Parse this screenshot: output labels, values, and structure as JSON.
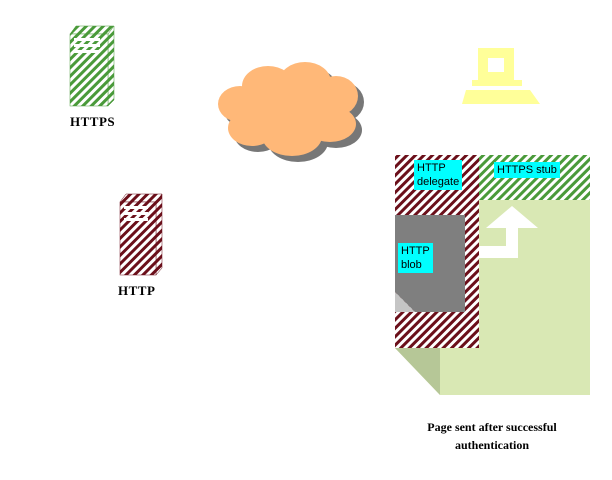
{
  "servers": {
    "https_label": "HTTPS",
    "http_label": "HTTP"
  },
  "page": {
    "http_delegate_label": [
      "HTTP",
      "delegate"
    ],
    "https_stub_label": "HTTPS stub",
    "http_blob_label": [
      "HTTP",
      "blob"
    ]
  },
  "caption": [
    "Page sent after successful",
    "authentication"
  ],
  "colors": {
    "https_green": "#4a9a3a",
    "http_maroon": "#6b0f1a",
    "cloud": "#ffb878",
    "cloud_shadow": "#777777",
    "client_yellow": "#ffff99",
    "page_green": "#d9e8b4",
    "blob_gray": "#7f7f7f",
    "label_cyan": "#00ffff"
  }
}
